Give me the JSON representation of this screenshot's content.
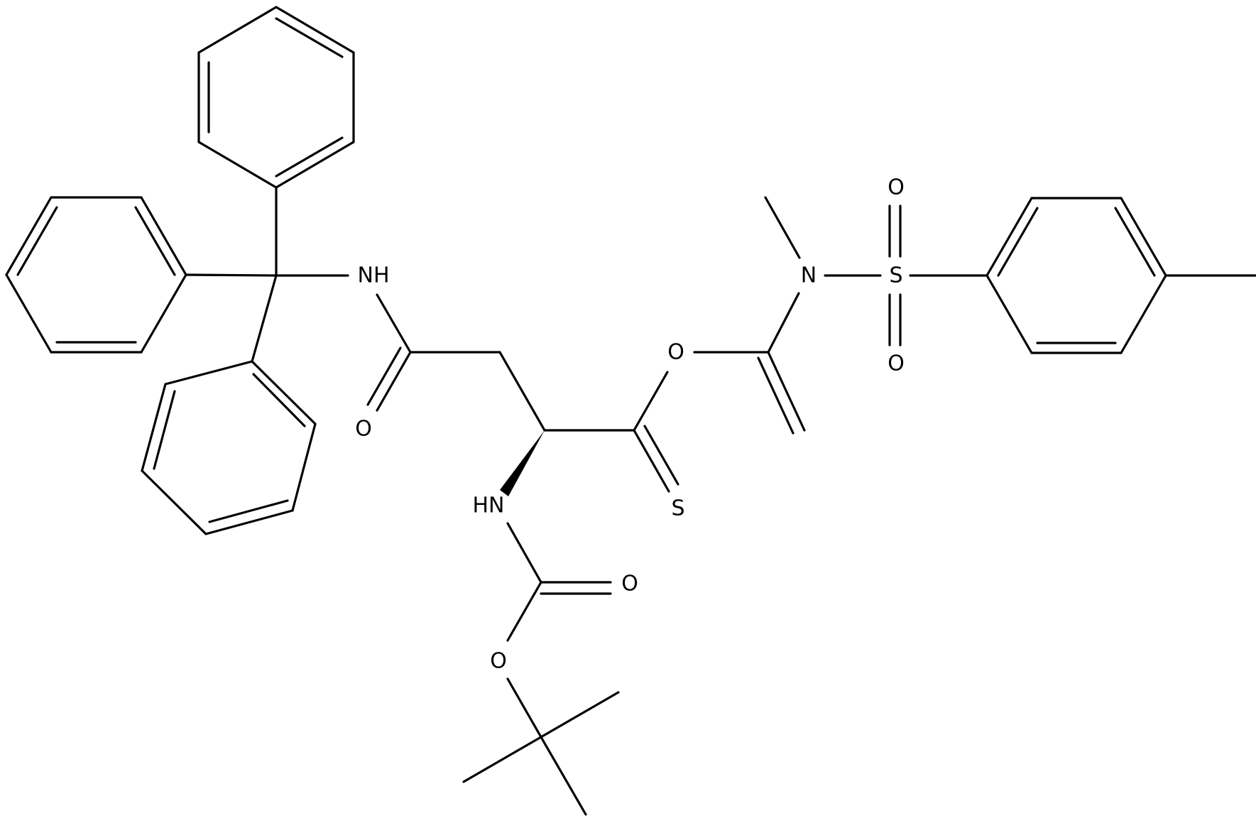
{
  "atom_labels": {
    "nh_trityl": "NH",
    "o_amide": "O",
    "o_ester": "O",
    "s_thione": "S",
    "hn_boc": "HN",
    "o_carbonyl": "O",
    "o_boc": "O",
    "n_sulfonamide": "N",
    "s_sulfonyl": "S",
    "o_sulfonyl_top": "O",
    "o_sulfonyl_bottom": "O"
  },
  "colors": {
    "bond": "#000000",
    "label": "#000000",
    "background": "#ffffff"
  }
}
